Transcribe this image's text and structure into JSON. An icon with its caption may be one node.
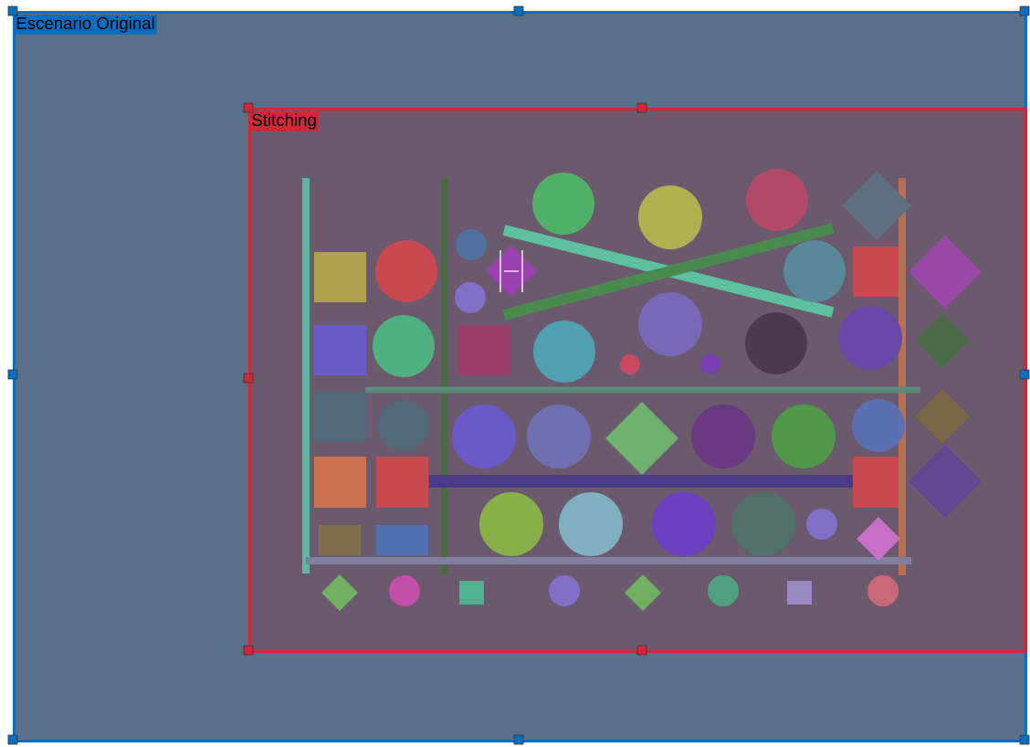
{
  "diagram": {
    "nodes": [
      {
        "text": [
          "Escenario Original"
        ]
      },
      {
        "text": [
          "Stitching"
        ],
        "in": 0
      }
    ]
  }
}
